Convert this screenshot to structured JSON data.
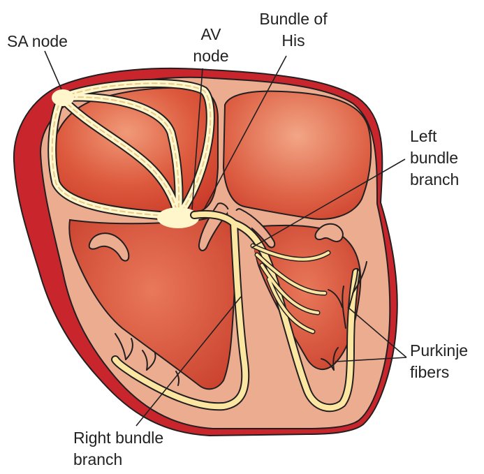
{
  "labels": {
    "sa_node": {
      "line1": "SA node"
    },
    "av_node": {
      "line1": "AV",
      "line2": "node"
    },
    "bundle_of_his": {
      "line1": "Bundle of",
      "line2": "His"
    },
    "left_bundle_branch": {
      "line1": "Left",
      "line2": "bundle",
      "line3": "branch"
    },
    "purkinje_fibers": {
      "line1": "Purkinje",
      "line2": "fibers"
    },
    "right_bundle_branch": {
      "line1": "Right bundle",
      "line2": "branch"
    }
  },
  "colors": {
    "outer_dark_red": "#c8262c",
    "wall_pink": "#ecac90",
    "chamber_red": "#d0412e",
    "chamber_highlight": "#ef8a67",
    "conduction_cream": "#fff6cc",
    "conduction_yellow": "#fbe6a2",
    "outline": "#231f20"
  }
}
